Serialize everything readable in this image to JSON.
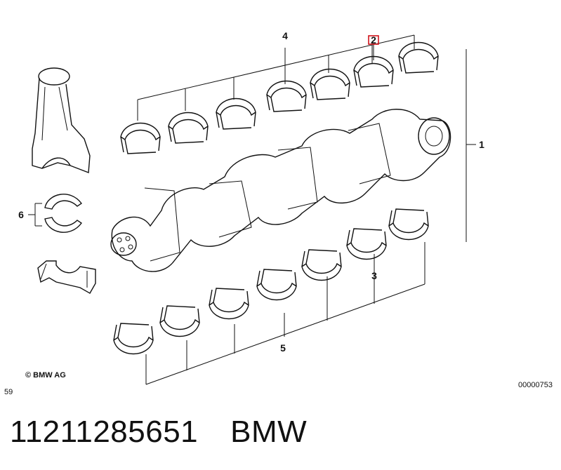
{
  "diagram": {
    "callouts": {
      "part_1": "1",
      "part_2": "2",
      "part_3": "3",
      "part_4": "4",
      "part_5": "5",
      "part_6": "6"
    },
    "copyright": "© BMW AG",
    "drawing_number": "00000753",
    "edge_mark": "59",
    "highlight_color": "#d0141c"
  },
  "caption": {
    "part_number": "11211285651",
    "brand": "BMW"
  }
}
